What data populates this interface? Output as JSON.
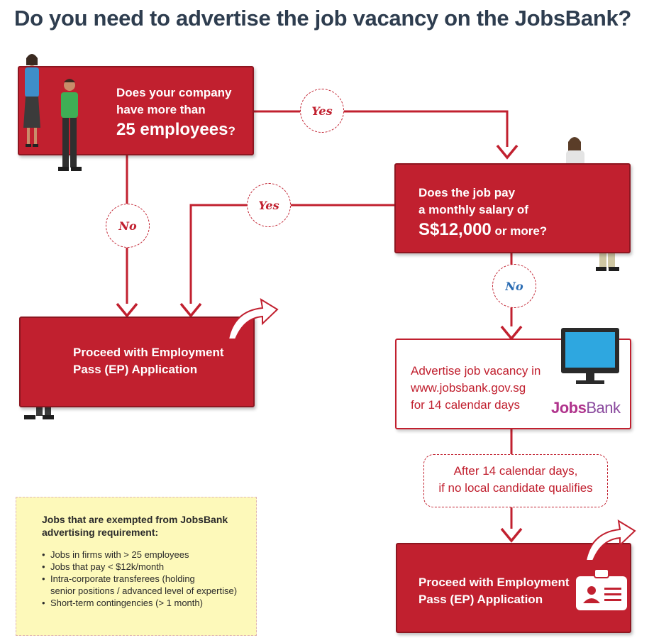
{
  "title": "Do you need to advertise the job vacancy on the JobsBank?",
  "colors": {
    "red": "#c1202f",
    "dark_red": "#8e1620",
    "navy": "#2e3d4f",
    "blue": "#2a6cb3",
    "note_yellow": "#fdf9ba"
  },
  "q1": {
    "line1": "Does your company",
    "line2": "have more than",
    "big": "25 employees",
    "mark": "?"
  },
  "q2": {
    "line1": "Does the job pay",
    "line2": "a monthly salary of",
    "big": "S$12,000",
    "tail": " or more?"
  },
  "labels": {
    "yes1": "Yes",
    "yes2": "Yes",
    "no1": "No",
    "no2": "No"
  },
  "ep1": {
    "line1": "Proceed with Employment",
    "line2": "Pass (EP) Application"
  },
  "ep2": {
    "line1": "Proceed with Employment",
    "line2": "Pass (EP) Application"
  },
  "advert": {
    "line1": "Advertise job vacancy in",
    "line2": "www.jobsbank.gov.sg",
    "line3": "for 14 calendar days",
    "logo_part1": "Jobs",
    "logo_part2": "Bank"
  },
  "after": {
    "line1": "After 14 calendar days,",
    "line2": "if no local candidate qualifies"
  },
  "exempt": {
    "heading": "Jobs that are exempted from JobsBank advertising requirement:",
    "items": [
      {
        "text": "Jobs in firms with > 25 employees"
      },
      {
        "text": "Jobs that pay < $12k/month"
      },
      {
        "text": "Intra-corporate transferees (holding",
        "text2": "senior positions / advanced level of expertise)"
      },
      {
        "text": "Short-term contingencies (> 1 month)"
      }
    ]
  },
  "icons": [
    "businesswoman-icon",
    "businessman-icon",
    "computer-monitor-icon",
    "id-card-icon",
    "curved-arrow-icon"
  ]
}
